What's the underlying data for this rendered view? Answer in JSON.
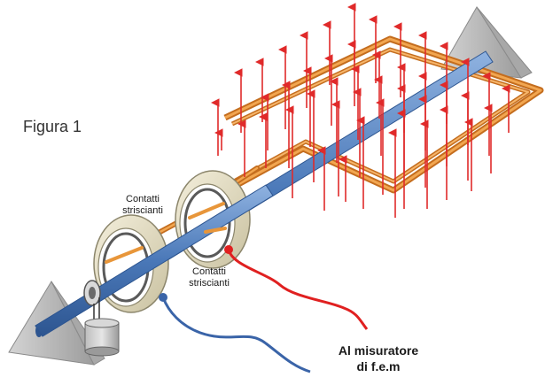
{
  "figure_label": "Figura 1",
  "label_contacts_top": [
    "Contatti",
    "striscianti"
  ],
  "label_contacts_bottom": [
    "Contatti",
    "striscianti"
  ],
  "label_meter_line1": "Al misuratore",
  "label_meter_line2": "di  f.e.m",
  "colors": {
    "shaft": "#4a78b8",
    "coil": "#e8963a",
    "field_arrow": "#e02a2a",
    "wire_red": "#e02020",
    "wire_blue": "#3a64a8",
    "ring": "#ece6cf",
    "support": "#b8b8b8"
  }
}
